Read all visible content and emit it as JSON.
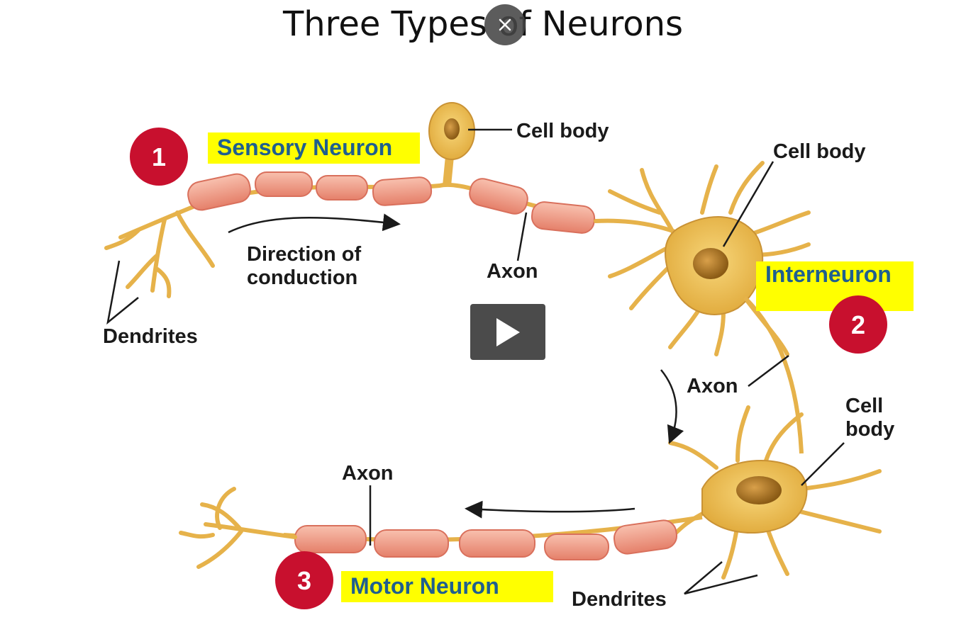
{
  "title": "Three Types of Neurons",
  "labels": {
    "sensory_tag": "Sensory Neuron",
    "inter_tag": "Interneuron",
    "motor_tag": "Motor Neuron",
    "num1": "1",
    "num2": "2",
    "num3": "3",
    "cell_body_1": "Cell body",
    "cell_body_2": "Cell body",
    "cell_body_3a": "Cell",
    "cell_body_3b": "body",
    "direction_1": "Direction of",
    "direction_2": "conduction",
    "axon_1": "Axon",
    "axon_2": "Axon",
    "axon_3": "Axon",
    "dendrites_1": "Dendrites",
    "dendrites_2": "Dendrites"
  },
  "colors": {
    "tag_bg": "#ffff00",
    "tag_text": "#1f5f8f",
    "badge": "#c8102e",
    "myelin": "#f2a28e",
    "cell": "#e8b84a"
  },
  "controls": {
    "close_icon": "close-icon",
    "play_icon": "play-icon"
  }
}
